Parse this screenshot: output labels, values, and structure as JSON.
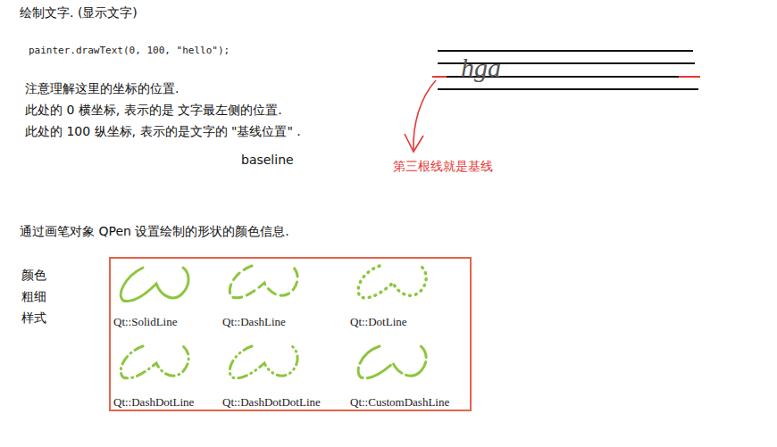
{
  "diagram": {
    "nodes": [
      {
        "text": [
          "Qt::SolidLine",
          "Qt::DashLine",
          "Qt::DotLine",
          "Qt::DashDotLine",
          "Qt::DashDotDotLine",
          "Qt::CustomDashLine"
        ]
      }
    ],
    "labels": [
      "绘制文字. (显示文字)",
      "painter.drawText(0, 100, \"hello\");",
      "注意理解这里的坐标的位置.",
      "此处的 0 横坐标, 表示的是 文字最左侧的位置.",
      "此处的 100 纵坐标, 表示的是文字的 \"基线位置\" .",
      "baseline",
      "hga",
      "第三根线就是基线",
      "通过画笔对象 QPen 设置绘制的形状的颜色信息.",
      "颜色",
      "粗细",
      "样式"
    ]
  }
}
